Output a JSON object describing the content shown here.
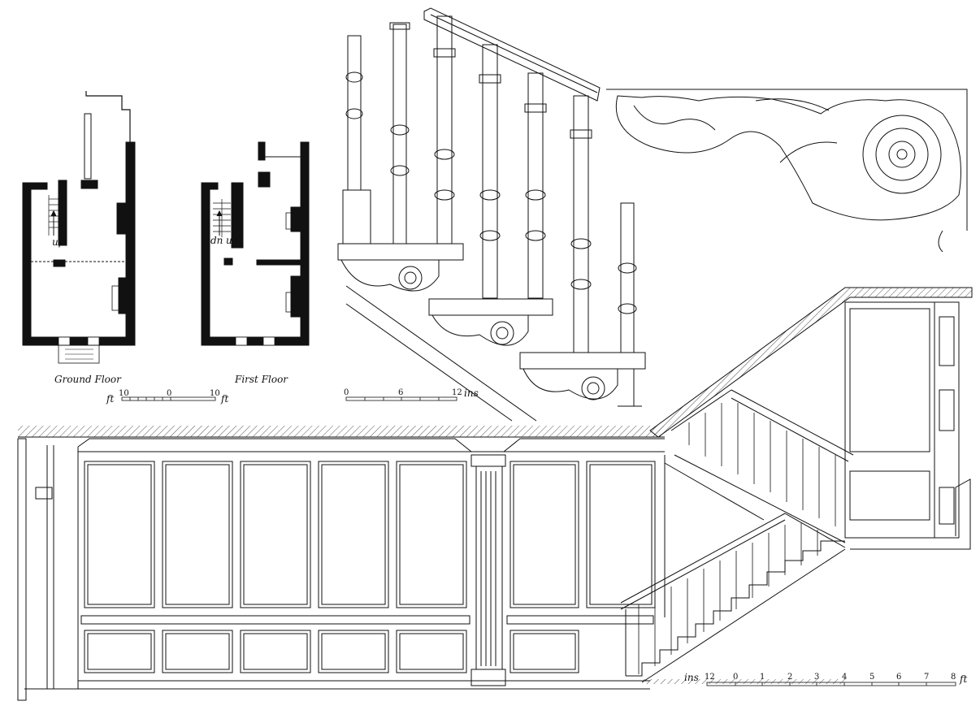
{
  "plans": {
    "ground": {
      "title": "Ground Floor",
      "stair_label": "up"
    },
    "first": {
      "title": "First Floor",
      "stair_down": "dn",
      "stair_up": "up"
    }
  },
  "scales": {
    "plan": {
      "unit_left": "ft",
      "left_value": "10",
      "zero": "0",
      "right_value": "10",
      "unit_right": "ft"
    },
    "stair_detail": {
      "start": "0",
      "mid": "6",
      "end": "12",
      "unit": "ins"
    },
    "elevation": {
      "unit_left": "ins",
      "left_value": "12",
      "zero": "0",
      "marks": [
        "1",
        "2",
        "3",
        "4",
        "5",
        "6",
        "7"
      ],
      "end": "8",
      "unit_right": "ft"
    }
  },
  "colors": {
    "ink": "#111111",
    "paper": "#ffffff"
  }
}
